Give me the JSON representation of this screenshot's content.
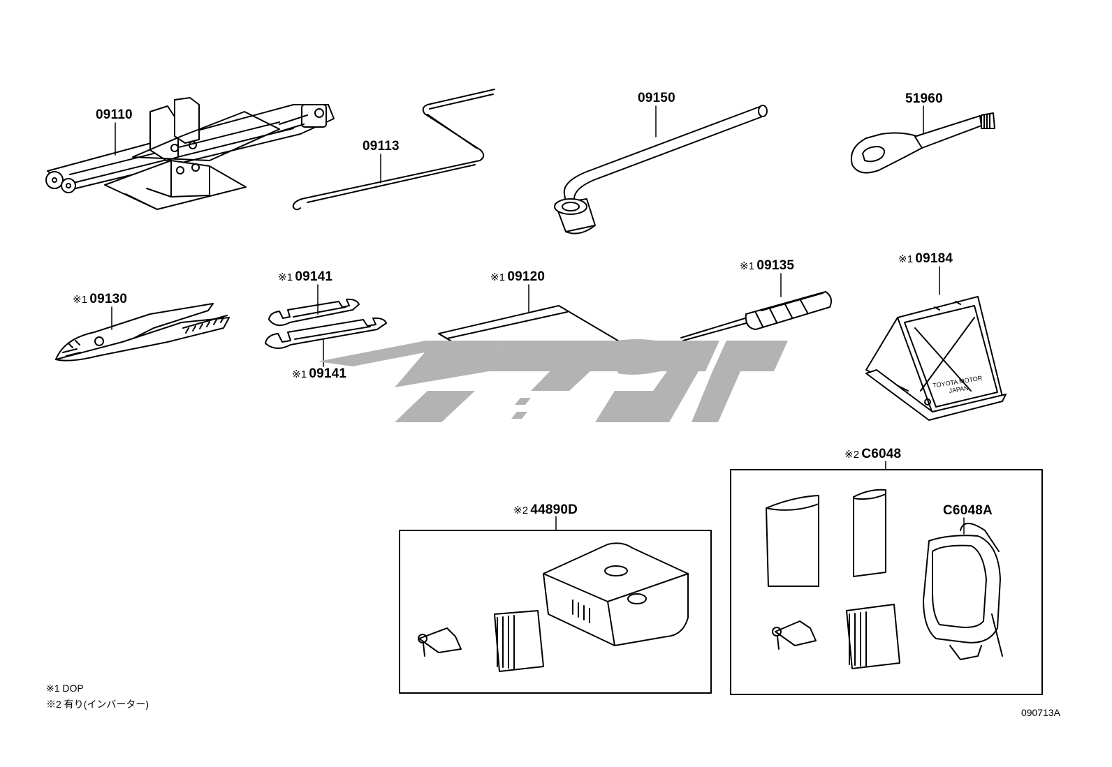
{
  "parts": {
    "p09110": {
      "mark": "",
      "number": "09110"
    },
    "p09113": {
      "mark": "",
      "number": "09113"
    },
    "p09150": {
      "mark": "",
      "number": "09150"
    },
    "p51960": {
      "mark": "",
      "number": "51960"
    },
    "p09130": {
      "mark": "※1",
      "number": "09130"
    },
    "p09141a": {
      "mark": "※1",
      "number": "09141"
    },
    "p09141b": {
      "mark": "※1",
      "number": "09141"
    },
    "p09120": {
      "mark": "※1",
      "number": "09120"
    },
    "p09135": {
      "mark": "※1",
      "number": "09135"
    },
    "p09184": {
      "mark": "※1",
      "number": "09184"
    },
    "p44890D": {
      "mark": "※2",
      "number": "44890D"
    },
    "pC6048": {
      "mark": "※2",
      "number": "C6048"
    },
    "pC6048A": {
      "mark": "",
      "number": "C6048A"
    }
  },
  "triangle_text": {
    "line1": "TOYOTA MOTOR",
    "line2": "JAPAN"
  },
  "legend": {
    "note1": "※1 DOP",
    "note2": "※2 有り(インバーター)"
  },
  "diagram_code": "090713A",
  "watermark": {
    "text": "لوکس",
    "color": "#b3b3b3"
  }
}
